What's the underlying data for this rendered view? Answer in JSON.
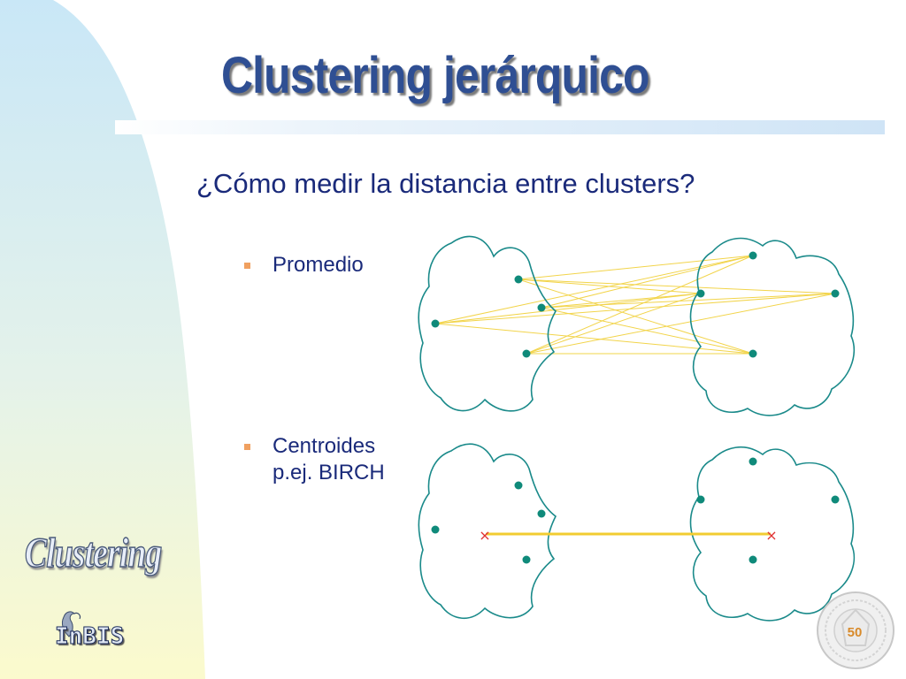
{
  "slide": {
    "title": "Clustering jerárquico",
    "question": "¿Cómo medir la distancia entre clusters?",
    "bullets": [
      {
        "line1": "Promedio",
        "line2": ""
      },
      {
        "line1": "Centroides",
        "line2": "p.ej. BIRCH"
      }
    ],
    "page_number": "50"
  },
  "branding": {
    "side_logo": "Clustering",
    "institute_logo": "InBIS"
  },
  "colors": {
    "title": "#2f4f93",
    "text": "#1a2a7a",
    "bullet_marker": "#f0a060",
    "cluster_outline": "#1a8a8a",
    "point": "#0f8a7a",
    "link_line": "#f2d44a",
    "centroid_marker": "#e03030",
    "page_number": "#d88a2a"
  },
  "icons": {
    "bullet": "orange-square-icon",
    "point": "teal-dot-icon",
    "centroid": "red-x-icon",
    "seal": "university-seal-icon"
  }
}
